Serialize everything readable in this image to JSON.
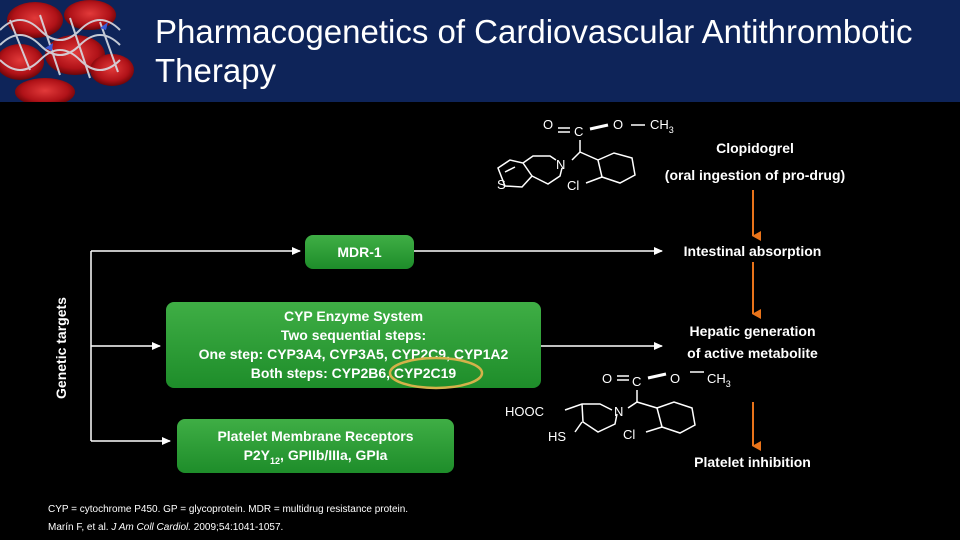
{
  "title": "Pharmacogenetics of Cardiovascular Antithrombotic Therapy",
  "genetic_targets_label": "Genetic targets",
  "boxes": {
    "mdr": "MDR-1",
    "cyp": [
      "CYP Enzyme System",
      "Two sequential steps:",
      "One step: CYP3A4, CYP3A5, CYP2C9, CYP1A2",
      "Both steps: CYP2B6, CYP2C19"
    ],
    "platelet": {
      "line1": "Platelet Membrane Receptors",
      "line2_prefix": "P2Y",
      "line2_sub": "12",
      "line2_suffix": ", GPIIb/IIIa,  GPIa"
    }
  },
  "pathway": {
    "drug_name": "Clopidogrel",
    "drug_note": "(oral ingestion of pro-drug)",
    "step1": "Intestinal absorption",
    "step2_line1": "Hepatic generation",
    "step2_line2": "of active metabolite",
    "step3": "Platelet inhibition"
  },
  "structure_top": {
    "o1": "O",
    "c": "C",
    "o2": "O",
    "ch3": "CH",
    "ch3_sub": "3",
    "n": "N",
    "s": "S",
    "cl": "Cl"
  },
  "structure_bottom": {
    "o1": "O",
    "c": "C",
    "o2": "O",
    "ch3": "CH",
    "ch3_sub": "3",
    "n": "N",
    "hooc": "HOOC",
    "hs": "HS",
    "cl": "Cl"
  },
  "footnote": {
    "line1": "CYP = cytochrome P450. GP = glycoprotein. MDR = multidrug resistance protein.",
    "ref_prefix": "Marín F, et al. ",
    "ref_journal": "J Am Coll Cardiol.",
    "ref_suffix": " 2009;54:1041-1057."
  },
  "colors": {
    "header": "#0e2459",
    "box_green": "#2a9a35",
    "arrow_orange": "#e8731a",
    "highlight_ring": "#d4b24a"
  }
}
